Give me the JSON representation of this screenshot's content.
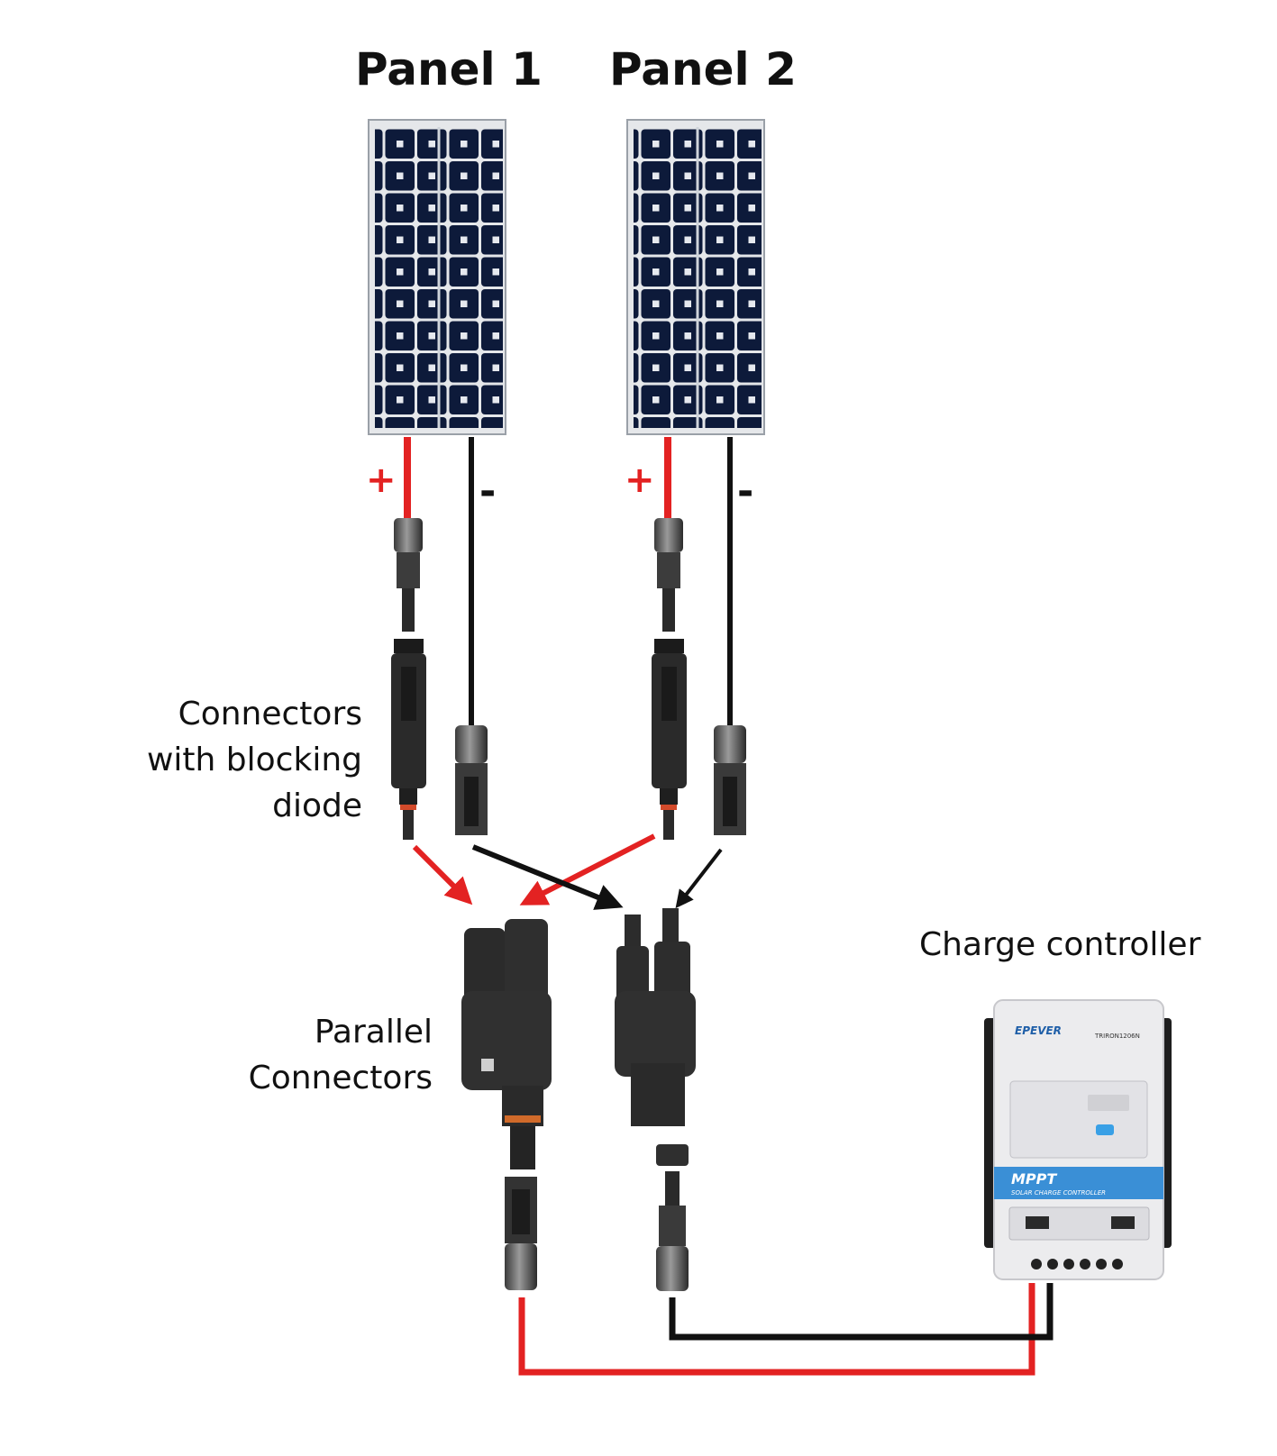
{
  "panels": [
    {
      "title": "Panel 1",
      "positive": "+",
      "negative": "-"
    },
    {
      "title": "Panel 2",
      "positive": "+",
      "negative": "-"
    }
  ],
  "labels": {
    "blocking_connectors": [
      "Connectors",
      "with blocking",
      "diode"
    ],
    "parallel_connectors": [
      "Parallel",
      "Connectors"
    ],
    "charge_controller": "Charge controller"
  },
  "controller_device": {
    "brand": "EPEVER",
    "model": "TRIRON1206N",
    "mode": "MPPT",
    "subtitle": "SOLAR CHARGE CONTROLLER"
  },
  "colors": {
    "positive_wire": "#e32222",
    "negative_wire": "#111111",
    "panel_cells": "#0d1a3a",
    "connector_body": "#2a2a2a",
    "controller_accent": "#3a8fd6"
  }
}
